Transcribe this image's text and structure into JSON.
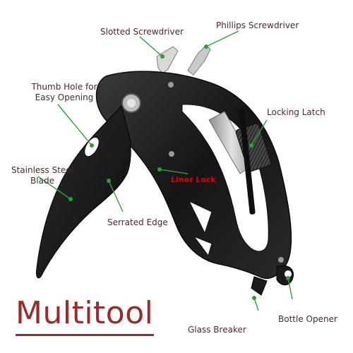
{
  "title": "Multitool",
  "labels": {
    "slotted": "Slotted Screwdriver",
    "phillips": "Phillips Screwdriver",
    "thumb_hole_1": "Thumb Hole for",
    "thumb_hole_2": "Easy Opening",
    "locking_latch": "Locking Latch",
    "stainless_1": "Stainless Steel",
    "stainless_2": "Blade",
    "liner_lock": "Liner Lock",
    "serrated": "Serrated Edge",
    "bottle_opener": "Bottle Opener",
    "glass_breaker": "Glass Breaker"
  },
  "colors": {
    "title": "#9b2a2a",
    "pointer": "#2f9e3a",
    "liner_lock": "#e10000",
    "body": "#1b1b1b",
    "latch": "#b8b8b8"
  }
}
